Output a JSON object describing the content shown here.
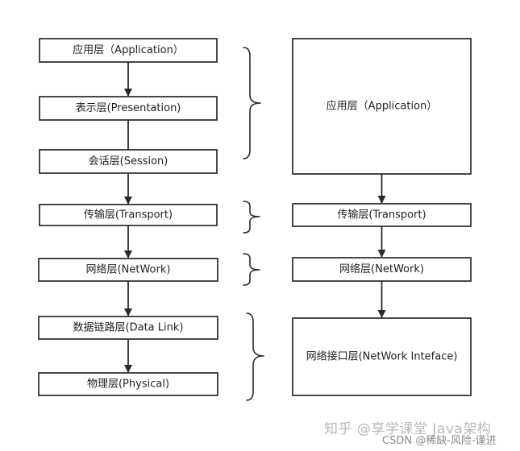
{
  "osi": {
    "layers": [
      {
        "label": "应用层（Application）"
      },
      {
        "label": "表示层(Presentation)"
      },
      {
        "label": "会话层(Session)"
      },
      {
        "label": "传输层(Transport)"
      },
      {
        "label": "网络层(NetWork)"
      },
      {
        "label": "数据链路层(Data Link)"
      },
      {
        "label": "物理层(Physical)"
      }
    ]
  },
  "tcpip": {
    "layers": [
      {
        "label": "应用层（Application）"
      },
      {
        "label": "传输层(Transport)"
      },
      {
        "label": "网络层(NetWork)"
      },
      {
        "label": "网络接口层(NetWork Inteface)"
      }
    ]
  },
  "watermark": {
    "main": "知乎 @享学课堂 Java架构",
    "sub": "CSDN @稀缺-风险-谨进"
  }
}
